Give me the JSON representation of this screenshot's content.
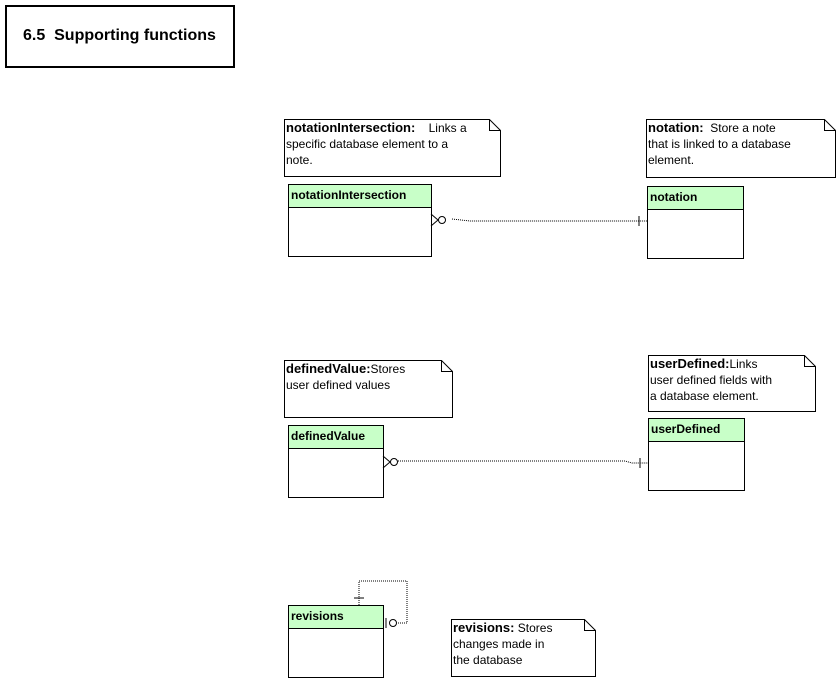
{
  "section": {
    "title": "6.5  Supporting functions"
  },
  "notes": {
    "notationIntersection": {
      "heading": "notationIntersection:",
      "inline": "    Links a",
      "lines": [
        "specific database element to a",
        "note."
      ]
    },
    "notation": {
      "heading": "notation:",
      "inline": "  Store a note",
      "lines": [
        "that is linked to a database",
        "element."
      ]
    },
    "definedValue": {
      "heading": "definedValue:",
      "inline": "Stores",
      "lines": [
        "user defined values"
      ]
    },
    "userDefined": {
      "heading": "userDefined:",
      "inline": "Links",
      "lines": [
        "user defined fields with",
        "a database element."
      ]
    },
    "revisions": {
      "heading": "revisions:",
      "inline": " Stores",
      "lines": [
        "changes made in",
        "the database"
      ]
    }
  },
  "entities": {
    "notationIntersection": {
      "name": "notationIntersection"
    },
    "notation": {
      "name": "notation"
    },
    "definedValue": {
      "name": "definedValue"
    },
    "userDefined": {
      "name": "userDefined"
    },
    "revisions": {
      "name": "revisions"
    }
  },
  "colors": {
    "entity_header": "#c8ffc8",
    "line": "#000000",
    "background": "#ffffff"
  }
}
